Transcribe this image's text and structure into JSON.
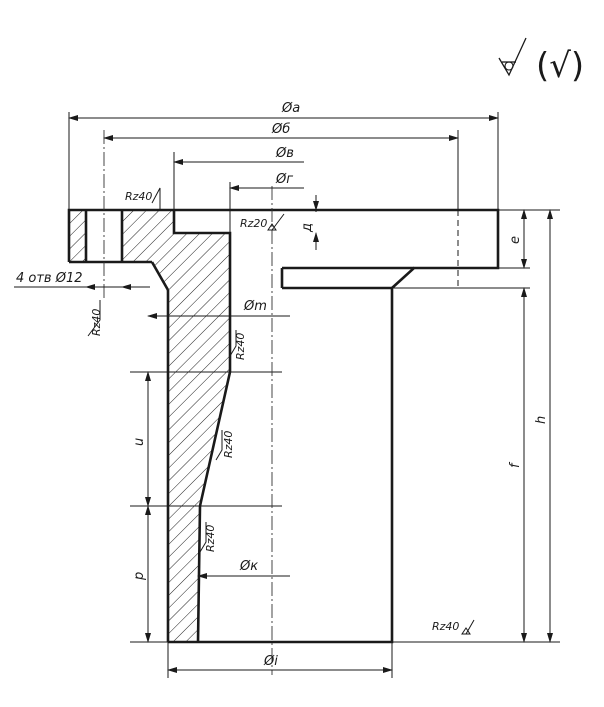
{
  "roughness_symbol": "(√)",
  "dimensions": {
    "phi_a": "Øa",
    "phi_b": "Øб",
    "phi_v": "Øв",
    "phi_g": "Øг",
    "d": "д",
    "e": "e",
    "h": "h",
    "f": "f",
    "phi_m": "Øm",
    "phi_k": "Øк",
    "phi_i": "Øi",
    "u": "u",
    "p": "p",
    "holes": "4 отв Ø12"
  },
  "roughness": {
    "top_left": "Rz40",
    "top_mid": "Rz20",
    "flange_under": "Rz40",
    "bore_upper": "Rz40",
    "taper": "Rz40",
    "bore_lower": "Rz40",
    "bottom_right": "Rz40"
  }
}
